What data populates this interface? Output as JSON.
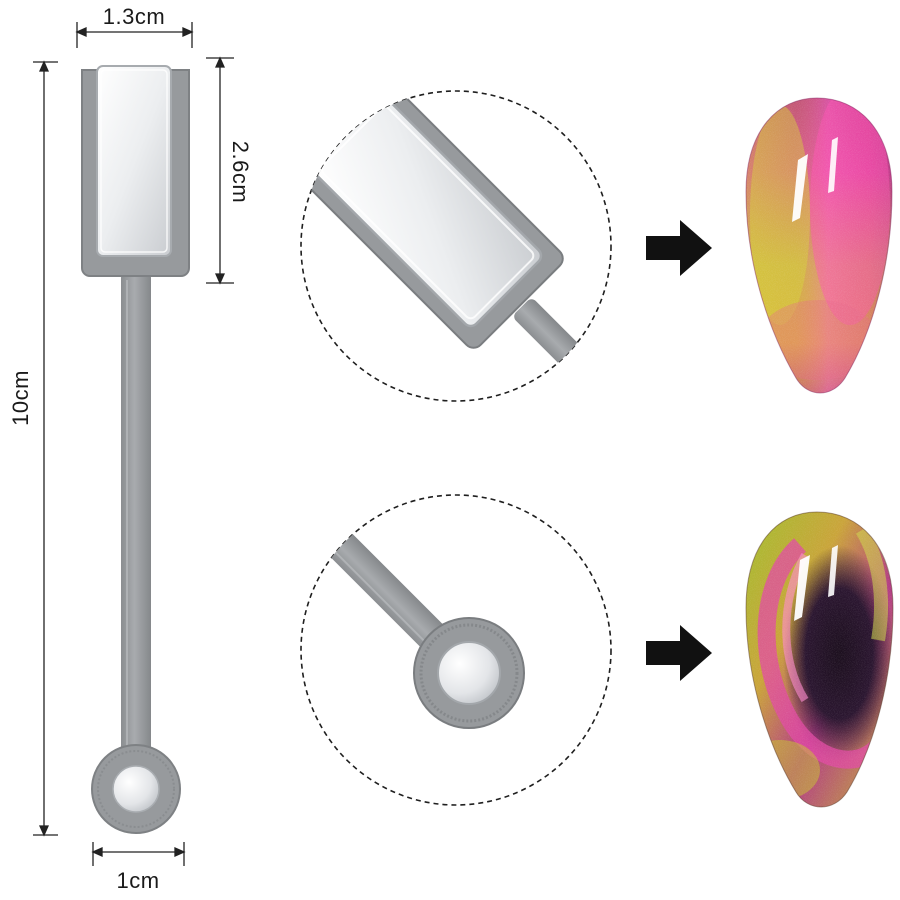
{
  "dimensions": {
    "head_width": "1.3cm",
    "head_height": "2.6cm",
    "total_length": "10cm",
    "tip_width": "1cm"
  },
  "colors": {
    "tool_body": "#979a9d",
    "tool_body_dark": "#7c8083",
    "magnet": "#eef0f2",
    "dimension_line": "#222222",
    "arrow": "#111111"
  },
  "panels": [
    {
      "magnet_end": "rectangular",
      "effect": "straight-line cat eye",
      "polish_colors": [
        "#c8b62a",
        "#d23a8d",
        "#e04d9a"
      ]
    },
    {
      "magnet_end": "round",
      "effect": "curved cat eye",
      "polish_colors": [
        "#b7c22c",
        "#2a1430",
        "#c8359a"
      ]
    }
  ],
  "icons": [
    "arrow-right-icon",
    "arrow-right-icon"
  ]
}
